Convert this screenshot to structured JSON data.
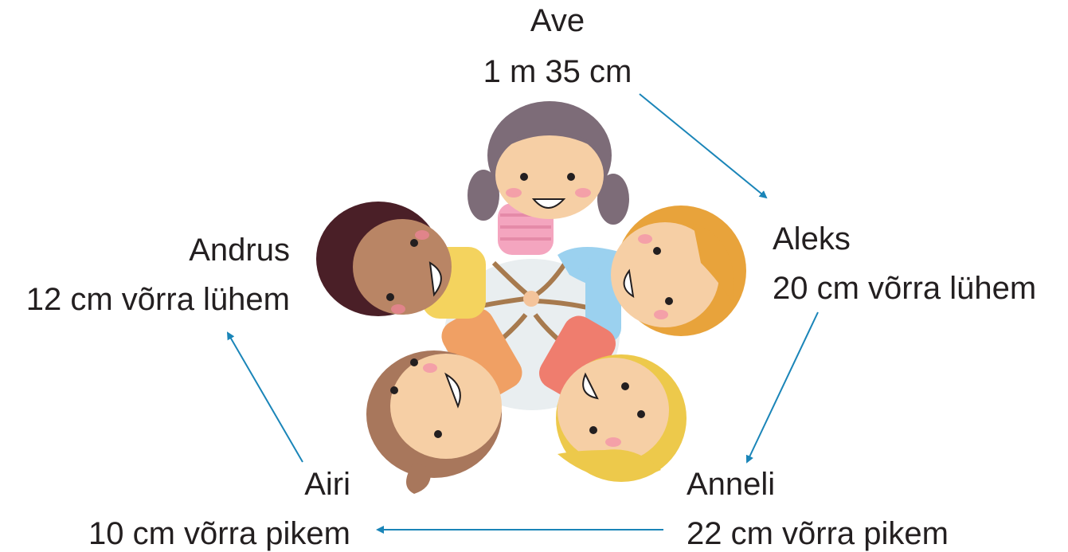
{
  "children": [
    {
      "id": "ave",
      "name": "Ave",
      "detail": "1 m 35 cm"
    },
    {
      "id": "aleks",
      "name": "Aleks",
      "detail": "20 cm võrra lühem"
    },
    {
      "id": "anneli",
      "name": "Anneli",
      "detail": "22 cm võrra pikem"
    },
    {
      "id": "airi",
      "name": "Airi",
      "detail": "10 cm võrra pikem"
    },
    {
      "id": "andrus",
      "name": "Andrus",
      "detail": "12 cm võrra lühem"
    }
  ],
  "colors": {
    "arrow": "#1a85b8",
    "text": "#231f20"
  },
  "illustration": {
    "description_icon": "five-children-holding-hands-circle-illustration"
  }
}
